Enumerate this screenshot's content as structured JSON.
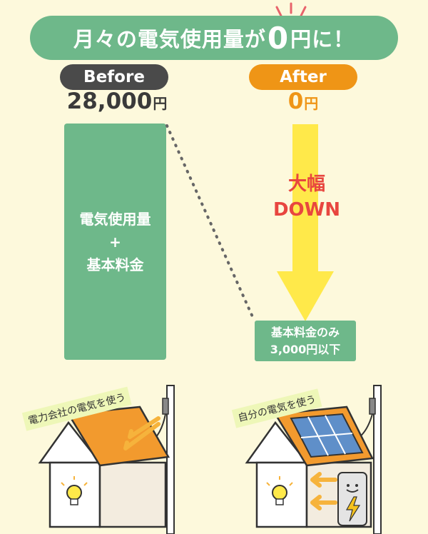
{
  "title": {
    "prefix": "月々の電気使用量が",
    "highlight": "0",
    "suffix": "円に！"
  },
  "before": {
    "label": "Before",
    "amount_number": "28,000",
    "amount_unit": "円",
    "bar_line1": "電気使用量",
    "bar_line2": "+",
    "bar_line3": "基本料金"
  },
  "after": {
    "label": "After",
    "amount_number": "0",
    "amount_unit": "円",
    "arrow_line1": "大幅",
    "arrow_line2": "DOWN",
    "bar_line1": "基本料金のみ",
    "bar_line2": "3,000円以下"
  },
  "illustrations": {
    "left_caption": "電力会社の電気を使う",
    "right_caption": "自分の電気を使う"
  },
  "colors": {
    "green": "#6eb88a",
    "orange": "#ef9516",
    "yellow_arrow": "#ffe94a",
    "red": "#e8463f",
    "background": "#fdf9dc"
  }
}
